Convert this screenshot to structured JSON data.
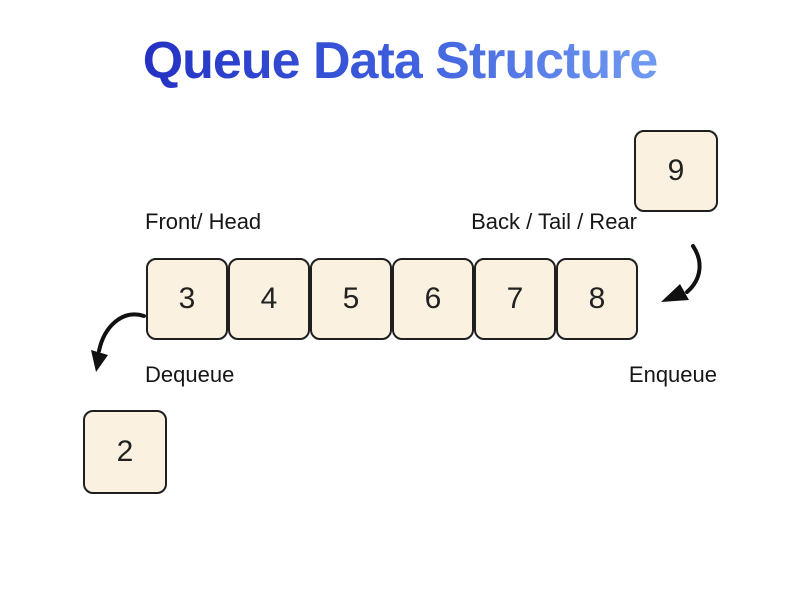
{
  "title": {
    "text": "Queue Data Structure"
  },
  "queue": {
    "front_label": "Front/ Head",
    "back_label": "Back / Tail / Rear",
    "items": [
      "3",
      "4",
      "5",
      "6",
      "7",
      "8"
    ]
  },
  "operations": {
    "dequeue_label": "Dequeue",
    "enqueue_label": "Enqueue",
    "dequeued_item": "2",
    "enqueued_item": "9"
  },
  "icons": {
    "dequeue_arrow": "curved-arrow-down-left",
    "enqueue_arrow": "curved-arrow-down-left"
  },
  "colors": {
    "background": "#ffffff",
    "title_gradient_start": "#2431c4",
    "title_gradient_mid": "#3c5cdc",
    "title_gradient_end": "#719bf2",
    "box_fill": "#fbf1e0",
    "box_border": "#1f1f1f",
    "number_text": "#222222",
    "label_text": "#161616",
    "arrow": "#111111"
  }
}
